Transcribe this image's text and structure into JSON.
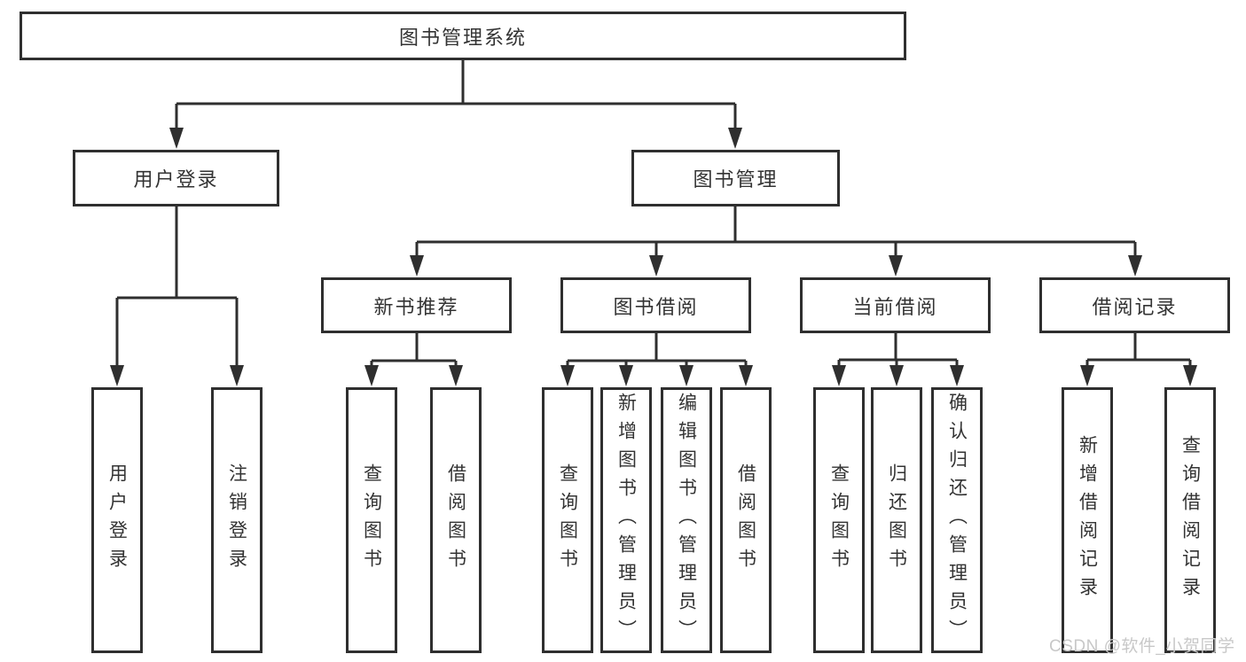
{
  "colors": {
    "line": "#2f2f2f",
    "box_border": "#2f2f2f",
    "text": "#333333",
    "watermark": "#c8c8c8",
    "background": "#ffffff"
  },
  "tree": {
    "root": {
      "label": "图书管理系统"
    },
    "level2": [
      {
        "label": "用户登录"
      },
      {
        "label": "图书管理"
      }
    ],
    "level3": [
      {
        "label": "新书推荐"
      },
      {
        "label": "图书借阅"
      },
      {
        "label": "当前借阅"
      },
      {
        "label": "借阅记录"
      }
    ],
    "leaves": {
      "user_login": [
        "用户登录",
        "注销登录"
      ],
      "new_book": [
        "查询图书",
        "借阅图书"
      ],
      "book_borrow": [
        "查询图书",
        "新增图书（管理员）",
        "编辑图书（管理员）",
        "借阅图书"
      ],
      "current_borrow": [
        "查询图书",
        "归还图书",
        "确认归还（管理员）"
      ],
      "borrow_records": [
        "新增借阅记录",
        "查询借阅记录"
      ]
    }
  },
  "watermark": {
    "text": "CSDN @软件_小贺同学"
  }
}
